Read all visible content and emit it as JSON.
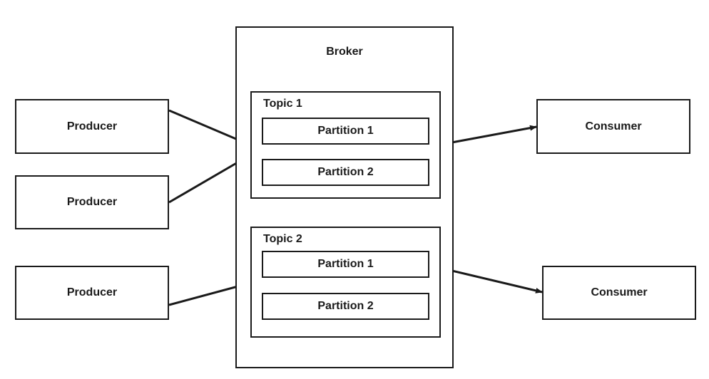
{
  "broker": {
    "label": "Broker",
    "topics": [
      {
        "label": "Topic 1",
        "partitions": [
          {
            "label": "Partition 1"
          },
          {
            "label": "Partition 2"
          }
        ]
      },
      {
        "label": "Topic 2",
        "partitions": [
          {
            "label": "Partition 1"
          },
          {
            "label": "Partition 2"
          }
        ]
      }
    ]
  },
  "producers": [
    {
      "label": "Producer"
    },
    {
      "label": "Producer"
    },
    {
      "label": "Producer"
    }
  ],
  "consumers": [
    {
      "label": "Consumer"
    },
    {
      "label": "Consumer"
    }
  ],
  "colors": {
    "stroke": "#1a1a1a",
    "background": "#ffffff"
  }
}
